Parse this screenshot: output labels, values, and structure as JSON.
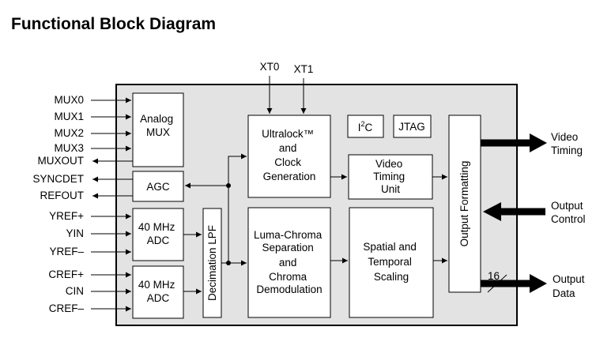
{
  "title": "Functional Block Diagram",
  "blocks": {
    "analog_mux": [
      "Analog",
      "MUX"
    ],
    "agc": [
      "AGC"
    ],
    "adc_y": [
      "40 MHz",
      "ADC"
    ],
    "adc_c": [
      "40 MHz",
      "ADC"
    ],
    "decimation_lpf": "Decimation LPF",
    "ultralock": [
      "Ultralock™",
      "and",
      "Clock",
      "Generation"
    ],
    "i2c_main": "I",
    "i2c_sup": "2",
    "i2c_tail": "C",
    "jtag": "JTAG",
    "video_timing_unit": [
      "Video",
      "Timing",
      "Unit"
    ],
    "luma_chroma": [
      "Luma-Chroma",
      "Separation",
      "and",
      "Chroma",
      "Demodulation"
    ],
    "spatial_temporal": [
      "Spatial and",
      "Temporal",
      "Scaling"
    ],
    "output_formatting": "Output Formatting"
  },
  "pins": {
    "left": [
      "MUX0",
      "MUX1",
      "MUX2",
      "MUX3",
      "MUXOUT",
      "SYNCDET",
      "REFOUT",
      "YREF+",
      "YIN",
      "YREF–",
      "CREF+",
      "CIN",
      "CREF–"
    ],
    "top": [
      "XT0",
      "XT1"
    ]
  },
  "outputs": {
    "video_timing": [
      "Video",
      "Timing"
    ],
    "output_control": [
      "Output",
      "Control"
    ],
    "output_data": [
      "Output",
      "Data"
    ],
    "bus_width": "16"
  },
  "colors": {
    "chip_fill": "#e3e3e3",
    "block_fill": "#ffffff",
    "line": "#000000"
  }
}
